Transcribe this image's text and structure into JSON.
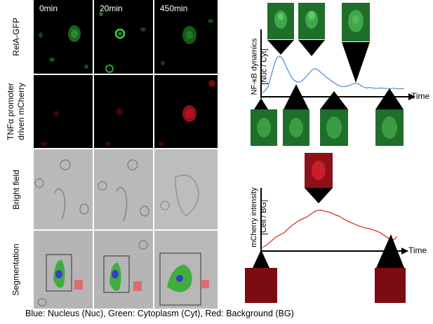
{
  "time_labels": [
    "0min",
    "20min",
    "450min"
  ],
  "row_labels": {
    "relA": "RelA-GFP",
    "tnf_line1": "TNFα promoter",
    "tnf_line2": "driven mCherry",
    "bright": "Bright field",
    "seg": "Segmentation"
  },
  "caption": "Blue: Nucleus (Nuc), Green: Cytoplasm (Cyt), Red: Background (BG)",
  "colors": {
    "nfkb_trace": "#5b8fd6",
    "mcherry_trace": "#e02020",
    "gfp": "#2fae2f",
    "cherry": "#c81e2a"
  },
  "chart_data": [
    {
      "type": "line",
      "ylabel_line1": "NF-κB dynamics",
      "ylabel_line2": "[Nuc / Cyt]",
      "xlabel": "Time",
      "series": [
        {
          "values": [
            0.05,
            0.1,
            0.2,
            0.45,
            0.7,
            0.88,
            0.92,
            0.85,
            0.7,
            0.55,
            0.42,
            0.34,
            0.3,
            0.3,
            0.35,
            0.42,
            0.5,
            0.58,
            0.62,
            0.6,
            0.54,
            0.48,
            0.42,
            0.37,
            0.32,
            0.27,
            0.23,
            0.2,
            0.19,
            0.2,
            0.22,
            0.25,
            0.27,
            0.26,
            0.22,
            0.18,
            0.16,
            0.17,
            0.16,
            0.15,
            0.15,
            0.16,
            0.15,
            0.15,
            0.14,
            0.15,
            0.15,
            0.14,
            0.14,
            0.15
          ]
        }
      ]
    },
    {
      "type": "line",
      "ylabel_line1": "mCherry intensity",
      "ylabel_line2": "[Cell / BG]",
      "xlabel": "Time",
      "series": [
        {
          "values": [
            0.05,
            0.08,
            0.12,
            0.17,
            0.22,
            0.27,
            0.3,
            0.33,
            0.36,
            0.42,
            0.47,
            0.52,
            0.56,
            0.6,
            0.63,
            0.66,
            0.68,
            0.72,
            0.76,
            0.8,
            0.82,
            0.83,
            0.82,
            0.8,
            0.79,
            0.77,
            0.74,
            0.72,
            0.7,
            0.66,
            0.63,
            0.6,
            0.57,
            0.55,
            0.52,
            0.5,
            0.48,
            0.46,
            0.45,
            0.44,
            0.42,
            0.4,
            0.38,
            0.35,
            0.31,
            0.27,
            0.23,
            0.2,
            0.22,
            0.28
          ]
        }
      ]
    }
  ]
}
